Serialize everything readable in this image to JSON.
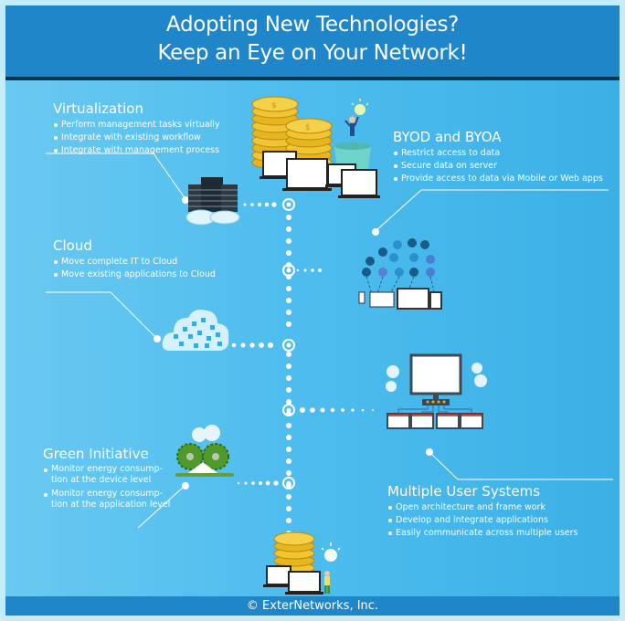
{
  "header": {
    "title_line1": "Adopting New Technologies?",
    "title_line2": "Keep an Eye on Your Network!"
  },
  "sections": {
    "virtualization": {
      "title": "Virtualization",
      "bullets": [
        "Perform management tasks virtually",
        "Integrate with existing workflow",
        "Integrate with management process"
      ],
      "icon": "server-rack-cloud-icon"
    },
    "byod": {
      "title": "BYOD and BYOA",
      "bullets": [
        "Restrict access to data",
        "Secure data on server",
        "Provide access to data via Mobile or Web apps"
      ],
      "icon": "devices-apps-network-icon"
    },
    "cloud": {
      "title": "Cloud",
      "bullets": [
        "Move complete IT to Cloud",
        "Move existing applications to Cloud"
      ],
      "icon": "app-cloud-icon"
    },
    "green": {
      "title": "Green Initiative",
      "bullets": [
        "Monitor energy consump-tion at the device level",
        "Monitor energy consump-tion at the application level"
      ],
      "bullet_lines": [
        [
          "Monitor energy consump-",
          "tion at the device level"
        ],
        [
          "Monitor energy consump-",
          "tion at the application level"
        ]
      ],
      "icon": "green-gears-icon"
    },
    "multi_user": {
      "title": "Multiple User Systems",
      "bullets": [
        "Open architecture and frame work",
        "Develop and integrate applications",
        "Easily communicate across multiple users"
      ],
      "icon": "multi-monitor-network-icon"
    }
  },
  "illustrations": {
    "top": "coins-laptops-idea-head-icon",
    "bottom": "coins-laptops-person-lightbulb-icon"
  },
  "colors": {
    "header_bg": "#1e86c9",
    "divider": "#083550",
    "panel_light": "#6ac9f1",
    "panel_dark": "#3bb0e6",
    "border": "#c6ecfb",
    "text": "#ffffff"
  },
  "footer": {
    "copyright": "© ExterNetworks, Inc."
  }
}
